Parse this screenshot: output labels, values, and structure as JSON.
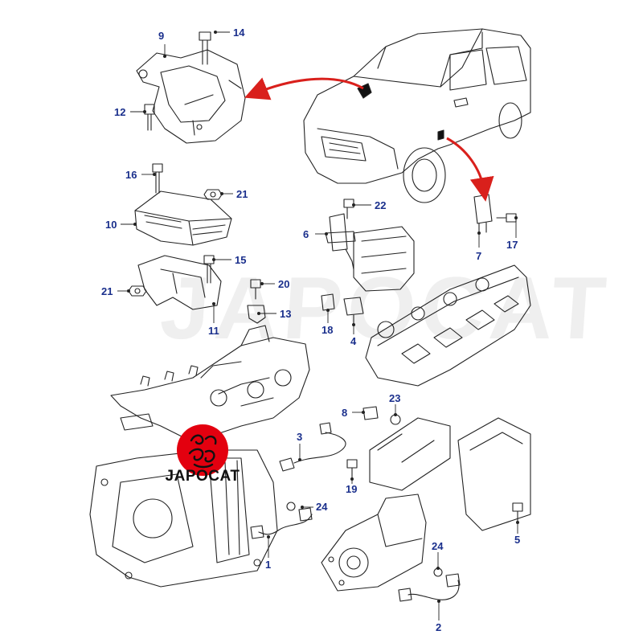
{
  "brand": {
    "name": "JAPOCAT",
    "accent_color": "#e3000f"
  },
  "watermark": {
    "text": "JAPOCAT"
  },
  "callout_color": "#1a2f8c",
  "arrow_color": "#d9201c",
  "callouts": [
    {
      "id": "c9",
      "label": "9"
    },
    {
      "id": "c14",
      "label": "14"
    },
    {
      "id": "c12",
      "label": "12"
    },
    {
      "id": "c16",
      "label": "16"
    },
    {
      "id": "c21a",
      "label": "21"
    },
    {
      "id": "c10",
      "label": "10"
    },
    {
      "id": "c15",
      "label": "15"
    },
    {
      "id": "c21b",
      "label": "21"
    },
    {
      "id": "c20",
      "label": "20"
    },
    {
      "id": "c11",
      "label": "11"
    },
    {
      "id": "c13",
      "label": "13"
    },
    {
      "id": "c22",
      "label": "22"
    },
    {
      "id": "c6",
      "label": "6"
    },
    {
      "id": "c17",
      "label": "17"
    },
    {
      "id": "c7",
      "label": "7"
    },
    {
      "id": "c18",
      "label": "18"
    },
    {
      "id": "c4",
      "label": "4"
    },
    {
      "id": "c8",
      "label": "8"
    },
    {
      "id": "c23",
      "label": "23"
    },
    {
      "id": "c3",
      "label": "3"
    },
    {
      "id": "c19",
      "label": "19"
    },
    {
      "id": "c24a",
      "label": "24"
    },
    {
      "id": "c1",
      "label": "1"
    },
    {
      "id": "c5",
      "label": "5"
    },
    {
      "id": "c24b",
      "label": "24"
    },
    {
      "id": "c2",
      "label": "2"
    }
  ]
}
